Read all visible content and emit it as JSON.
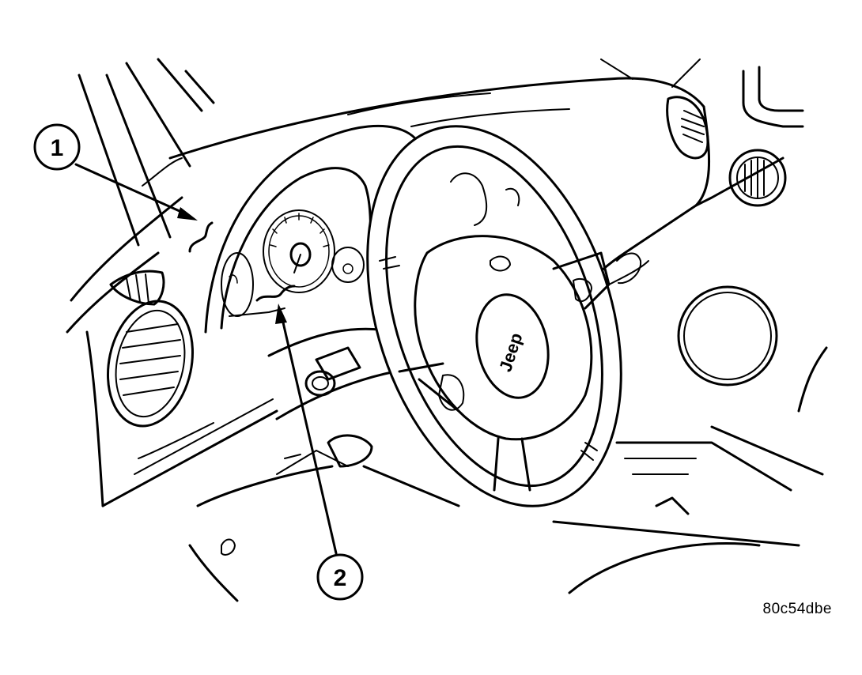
{
  "callouts": [
    {
      "number": "1"
    },
    {
      "number": "2"
    }
  ],
  "steering_logo": "Jeep",
  "figure_id": "80c54dbe",
  "colors": {
    "line": "#000000",
    "background": "#ffffff"
  }
}
